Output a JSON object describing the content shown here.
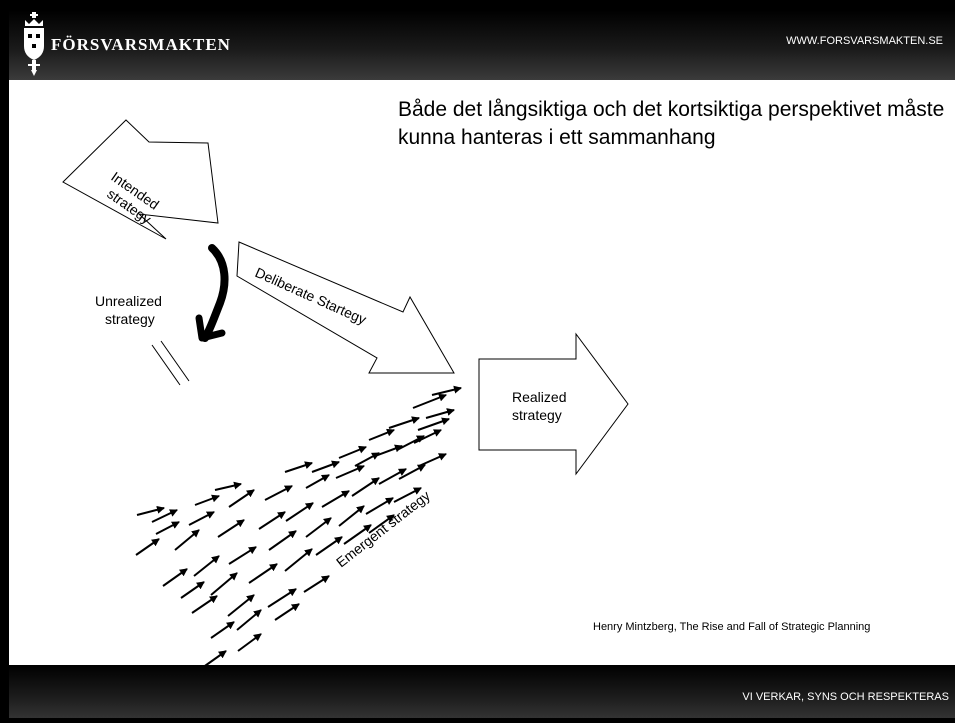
{
  "header": {
    "brand_text": "FÖRSVARSMAKTEN",
    "url_text": "WWW.FORSVARSMAKTEN.SE",
    "logo_icon": "three-crowns-crest-icon"
  },
  "slide": {
    "headline": "Både det långsiktiga och det kortsiktiga perspektivet måste kunna hanteras i ett sammanhang",
    "citation": "Henry Mintzberg, The Rise and Fall of Strategic Planning"
  },
  "diagram": {
    "intended_line1": "Intended",
    "intended_line2": "strategy",
    "deliberate": "Deliberate Startegy",
    "unrealized_line1": "Unrealized",
    "unrealized_line2": "strategy",
    "realized_line1": "Realized",
    "realized_line2": "strategy",
    "emergent": "Emergent strategy"
  },
  "footer": {
    "motto": "VI VERKAR, SYNS OCH RESPEKTERAS"
  },
  "colors": {
    "background": "#ffffff",
    "band": "#000000",
    "band_text": "#ffffff",
    "ink": "#000000"
  }
}
